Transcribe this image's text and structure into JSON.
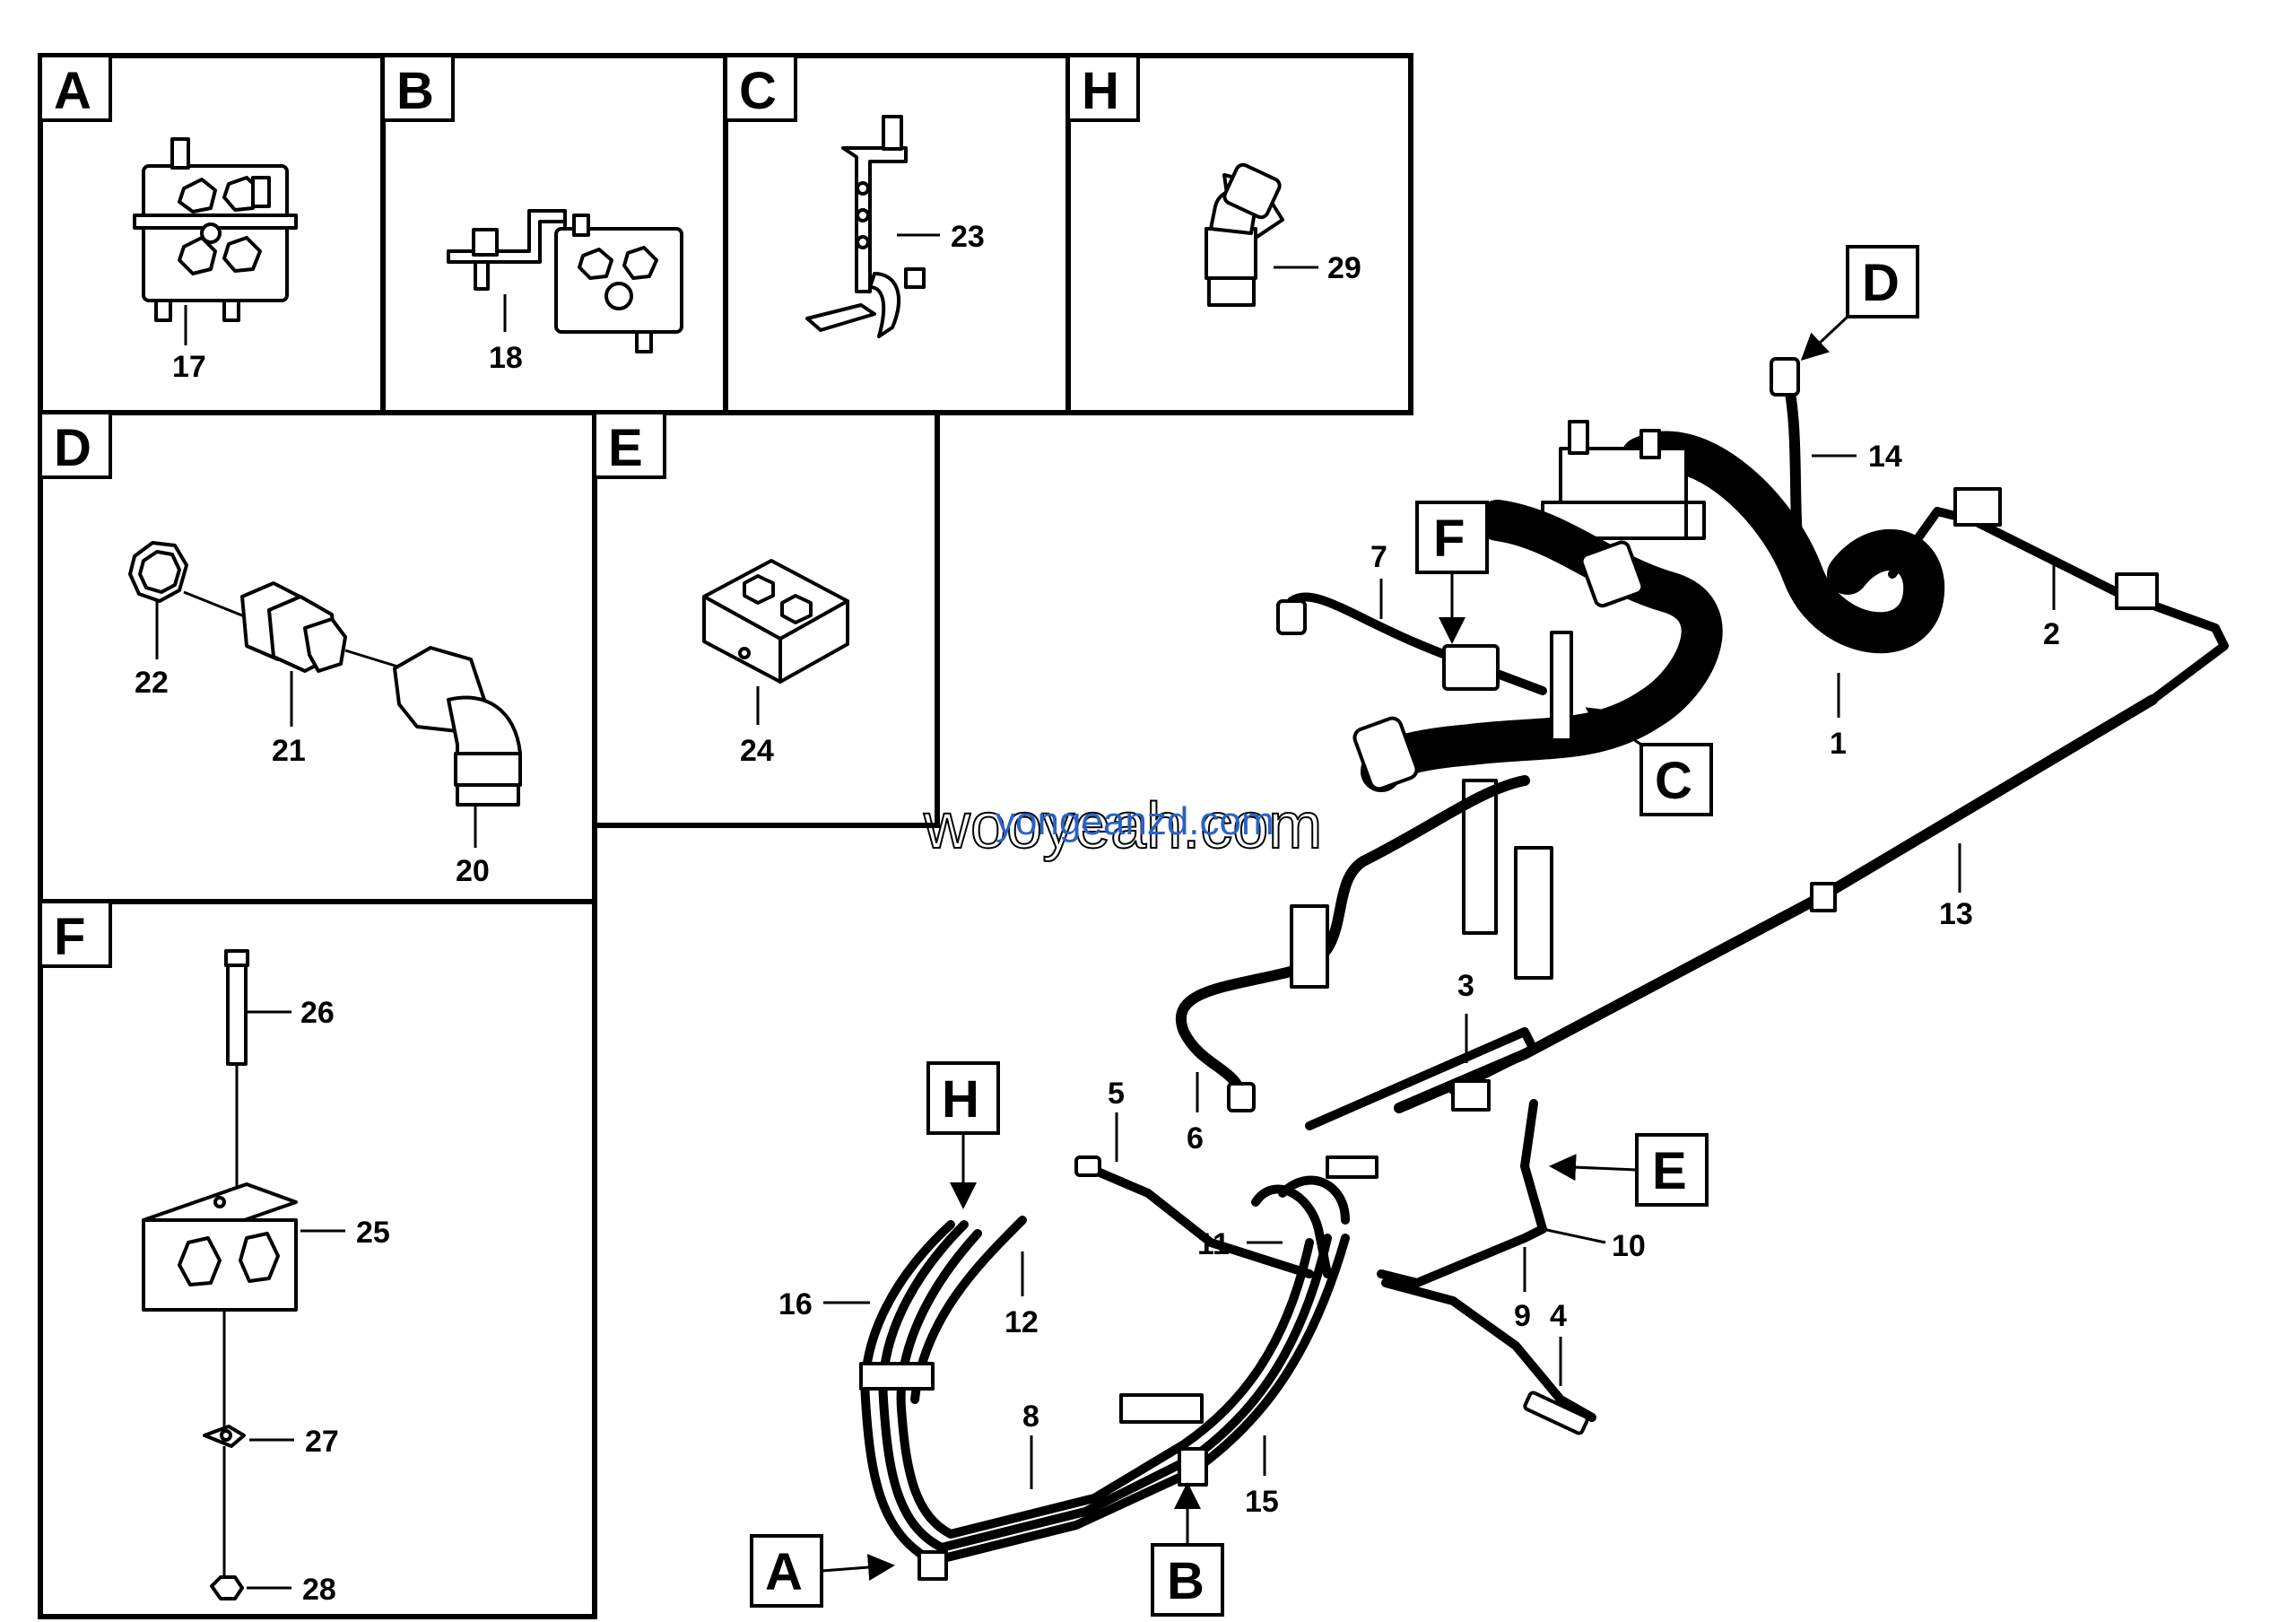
{
  "panels": {
    "A": {
      "letter": "A",
      "part": "17"
    },
    "B": {
      "letter": "B",
      "part": "18"
    },
    "C": {
      "letter": "C",
      "part": "23"
    },
    "H": {
      "letter": "H",
      "part": "29"
    },
    "D": {
      "letter": "D",
      "parts": [
        "22",
        "21",
        "20"
      ]
    },
    "E": {
      "letter": "E",
      "part": "24"
    },
    "F": {
      "letter": "F",
      "parts": [
        "26",
        "25",
        "27",
        "28"
      ]
    }
  },
  "main": {
    "callouts": [
      "D",
      "F",
      "C",
      "H",
      "E",
      "A",
      "B"
    ],
    "part_numbers": [
      "1",
      "2",
      "3",
      "4",
      "5",
      "6",
      "7",
      "8",
      "9",
      "10",
      "11",
      "12",
      "13",
      "14",
      "15",
      "16"
    ]
  },
  "watermark": {
    "text1": "wooyeah.com",
    "text2": "yongeanzd.com"
  }
}
